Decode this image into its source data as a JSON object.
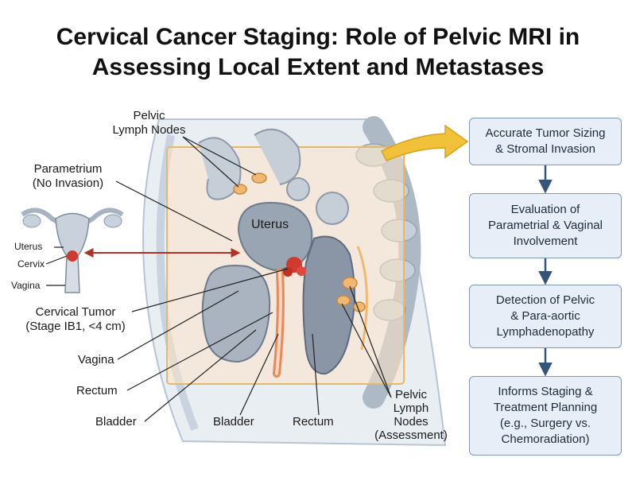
{
  "title_lines": [
    "Cervical Cancer Staging: Role of Pelvic MRI in",
    "Assessing Local Extent and Metastases"
  ],
  "labels": {
    "pelvic_lymph_nodes_top": [
      "Pelvic",
      "Lymph Nodes"
    ],
    "parametrium": [
      "Parametrium",
      "(No Invasion)"
    ],
    "uterus_inset": "Uterus",
    "cervix_inset": "Cervix",
    "vagina_inset": "Vagina",
    "uterus_main": "Uterus",
    "cervical_tumor": [
      "Cervical Tumor",
      "(Stage IB1, <4 cm)"
    ],
    "vagina": "Vagina",
    "rectum_left": "Rectum",
    "bladder_left": "Bladder",
    "bladder_bottom": "Bladder",
    "rectum_bottom": "Rectum",
    "pelvic_lymph_nodes_bottom": [
      "Pelvic",
      "Lymph",
      "Nodes",
      "(Assessment)"
    ]
  },
  "flow_steps": [
    [
      "Accurate Tumor Sizing",
      "& Stromal Invasion"
    ],
    [
      "Evaluation of",
      "Parametrial & Vaginal",
      "Involvement"
    ],
    [
      "Detection of Pelvic",
      "& Para-aortic",
      "Lymphadenopathy"
    ],
    [
      "Informs Staging &",
      "Treatment Planning",
      "(e.g., Surgery vs.",
      "Chemoradiation)"
    ]
  ],
  "colors": {
    "tumor": "#d13a2e",
    "lymph_node": "#f0b870",
    "highlight_box": "#e6b86a",
    "flow_box": "#e7eef7",
    "flow_arrow": "#35547a",
    "callout_arrow": "#f2c13a",
    "measure_arrow": "#b0302a"
  }
}
